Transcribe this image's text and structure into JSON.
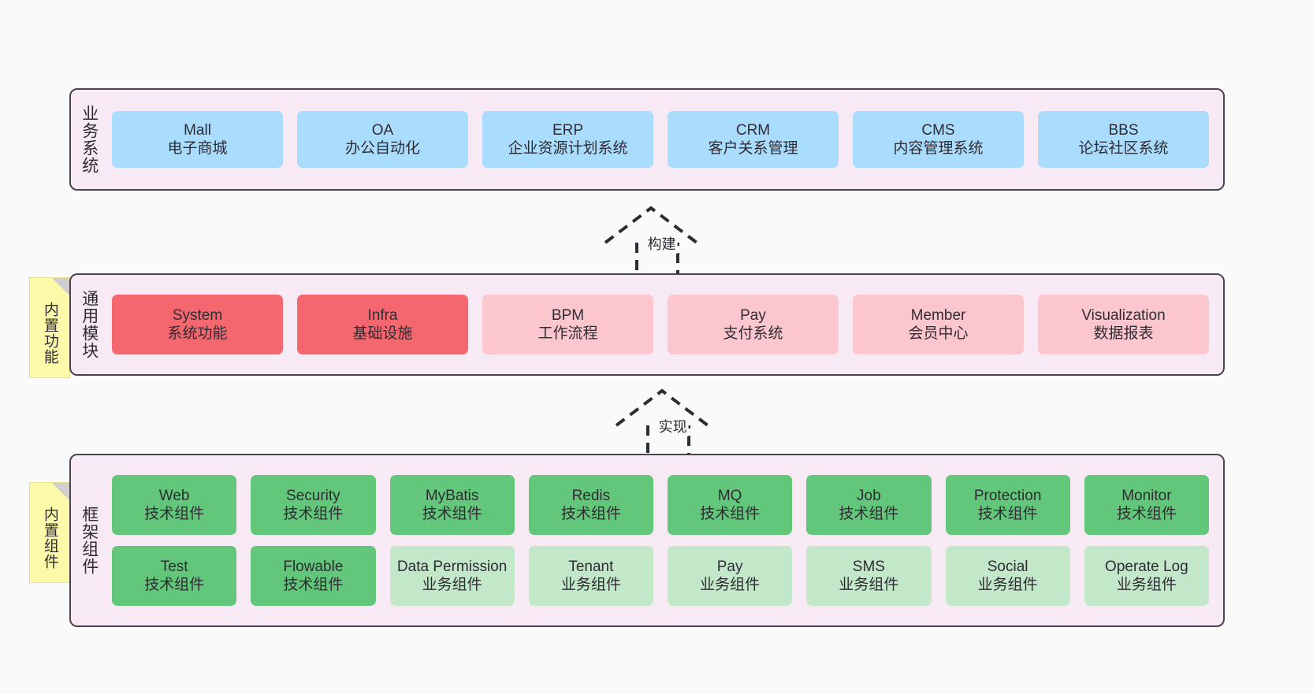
{
  "diagram": {
    "background": "#fafafa",
    "container_bg": "#f7eaf4",
    "container_border": "#4b4350"
  },
  "layers": [
    {
      "id": "business",
      "title": "业务系统",
      "rows": [
        {
          "cards": [
            {
              "name": "Mall",
              "sub": "电子商城",
              "color": "#a9dcfd",
              "style": "c-blue"
            },
            {
              "name": "OA",
              "sub": "办公自动化",
              "color": "#a9dcfd",
              "style": "c-blue"
            },
            {
              "name": "ERP",
              "sub": "企业资源计划系统",
              "color": "#a9dcfd",
              "style": "c-blue"
            },
            {
              "name": "CRM",
              "sub": "客户关系管理",
              "color": "#a9dcfd",
              "style": "c-blue"
            },
            {
              "name": "CMS",
              "sub": "内容管理系统",
              "color": "#a9dcfd",
              "style": "c-blue"
            },
            {
              "name": "BBS",
              "sub": "论坛社区系统",
              "color": "#a9dcfd",
              "style": "c-blue"
            }
          ]
        }
      ]
    },
    {
      "id": "common",
      "title": "通用模块",
      "sticky": "内置功能",
      "rows": [
        {
          "cards": [
            {
              "name": "System",
              "sub": "系统功能",
              "color": "#f4676f",
              "style": "c-red"
            },
            {
              "name": "Infra",
              "sub": "基础设施",
              "color": "#f4676f",
              "style": "c-red"
            },
            {
              "name": "BPM",
              "sub": "工作流程",
              "color": "#fcc6cf",
              "style": "c-pink"
            },
            {
              "name": "Pay",
              "sub": "支付系统",
              "color": "#fcc6cf",
              "style": "c-pink"
            },
            {
              "name": "Member",
              "sub": "会员中心",
              "color": "#fcc6cf",
              "style": "c-pink"
            },
            {
              "name": "Visualization",
              "sub": "数据报表",
              "color": "#fcc6cf",
              "style": "c-pink"
            }
          ]
        }
      ]
    },
    {
      "id": "framework",
      "title": "框架组件",
      "sticky": "内置组件",
      "rows": [
        {
          "cards": [
            {
              "name": "Web",
              "sub": "技术组件",
              "color": "#63c77b",
              "style": "c-green"
            },
            {
              "name": "Security",
              "sub": "技术组件",
              "color": "#63c77b",
              "style": "c-green"
            },
            {
              "name": "MyBatis",
              "sub": "技术组件",
              "color": "#63c77b",
              "style": "c-green"
            },
            {
              "name": "Redis",
              "sub": "技术组件",
              "color": "#63c77b",
              "style": "c-green"
            },
            {
              "name": "MQ",
              "sub": "技术组件",
              "color": "#63c77b",
              "style": "c-green"
            },
            {
              "name": "Job",
              "sub": "技术组件",
              "color": "#63c77b",
              "style": "c-green"
            },
            {
              "name": "Protection",
              "sub": "技术组件",
              "color": "#63c77b",
              "style": "c-green"
            },
            {
              "name": "Monitor",
              "sub": "技术组件",
              "color": "#63c77b",
              "style": "c-green"
            }
          ]
        },
        {
          "cards": [
            {
              "name": "Test",
              "sub": "技术组件",
              "color": "#63c77b",
              "style": "c-green"
            },
            {
              "name": "Flowable",
              "sub": "技术组件",
              "color": "#63c77b",
              "style": "c-green"
            },
            {
              "name": "Data Permission",
              "sub": "业务组件",
              "color": "#c3e8c9",
              "style": "c-lightgreen"
            },
            {
              "name": "Tenant",
              "sub": "业务组件",
              "color": "#c3e8c9",
              "style": "c-lightgreen"
            },
            {
              "name": "Pay",
              "sub": "业务组件",
              "color": "#c3e8c9",
              "style": "c-lightgreen"
            },
            {
              "name": "SMS",
              "sub": "业务组件",
              "color": "#c3e8c9",
              "style": "c-lightgreen"
            },
            {
              "name": "Social",
              "sub": "业务组件",
              "color": "#c3e8c9",
              "style": "c-lightgreen"
            },
            {
              "name": "Operate Log",
              "sub": "业务组件",
              "color": "#c3e8c9",
              "style": "c-lightgreen"
            }
          ]
        }
      ]
    }
  ],
  "connectors": [
    {
      "id": "build",
      "label": "构建",
      "from": "common",
      "to": "business",
      "style": "dashed-generalization"
    },
    {
      "id": "realize",
      "label": "实现",
      "from": "framework",
      "to": "common",
      "style": "dashed-generalization"
    }
  ]
}
